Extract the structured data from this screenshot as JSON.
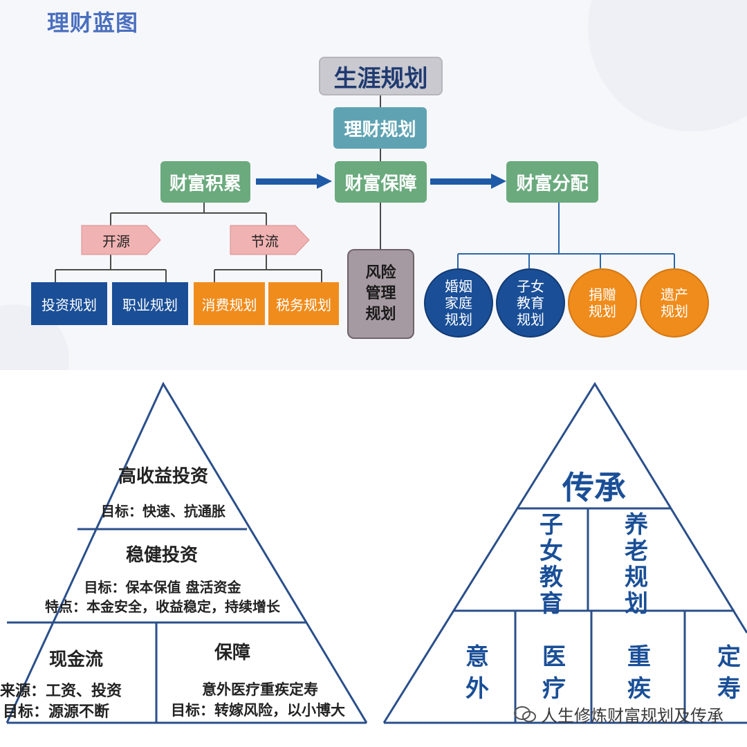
{
  "header": {
    "title": "理财蓝图"
  },
  "blueprint": {
    "career": "生涯规划",
    "financial": "理财规划",
    "accumulation": "财富积累",
    "protection": "财富保障",
    "distribution": "财富分配",
    "open_source": "开源",
    "save_flow": "节流",
    "investment": "投资规划",
    "career_plan": "职业规划",
    "consumption": "消费规划",
    "tax": "税务规划",
    "risk": "风险\n管理\n规划",
    "marriage": "婚姻\n家庭\n规划",
    "education": "子女\n教育\n规划",
    "donation": "捐赠\n规划",
    "legacy": "遗产\n规划"
  },
  "left_pyramid": {
    "top_title": "高收益投资",
    "top_goal": "目标：快速、抗通胀",
    "mid_title": "稳健投资",
    "mid_goal": "目标：保本保值 盘活资金",
    "mid_feature": "特点：本金安全，收益稳定，持续增长",
    "cash_title": "现金流",
    "cash_source": "来源：工资、投资",
    "cash_goal": "目标：源源不断",
    "guard_title": "保障",
    "guard_items": "意外医疗重疾定寿",
    "guard_goal": "目标：转嫁风险，以小博大"
  },
  "right_pyramid": {
    "top": "传承",
    "education": "子\n女\n教\n育",
    "pension": "养\n老\n规\n划",
    "accident": "意\n外",
    "medical": "医\n疗",
    "critical": "重\n疾",
    "term": "定\n寿"
  },
  "watermark": {
    "text": "人生修炼财富规划及传承"
  }
}
